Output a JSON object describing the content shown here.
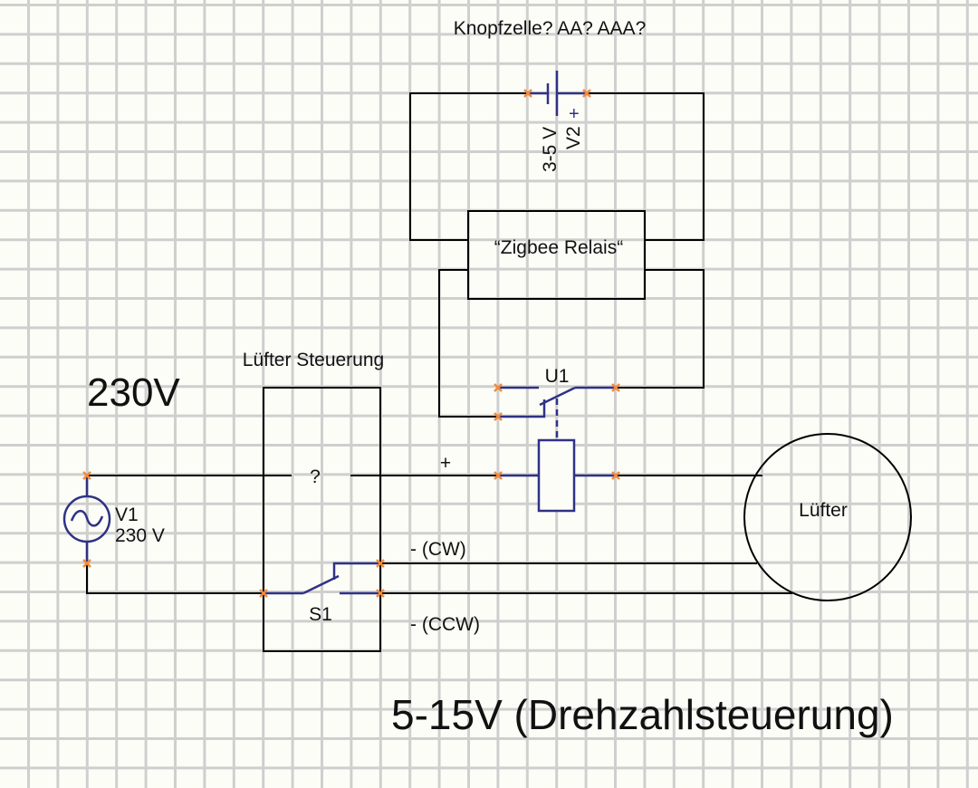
{
  "colors": {
    "background": "#fdfdf7",
    "grid": "#cfcfcf",
    "wire": "#000000",
    "component": "#2e3286",
    "pin_marker": "#f08a3c"
  },
  "labels": {
    "battery_note": "Knopfzelle? AA? AAA?",
    "zigbee_relay": "“Zigbee Relais“",
    "fan_control": "Lüfter Steuerung",
    "mains_voltage": "230V",
    "unknown": "?",
    "plus": "+",
    "cw": "- (CW)",
    "ccw": "- (CCW)",
    "speed_control": "5-15V (Drehzahlsteuerung)",
    "fan": "Lüfter"
  },
  "components": {
    "v1": {
      "name": "V1",
      "value": "230 V",
      "icon": "ac-source-icon"
    },
    "v2": {
      "name": "V2",
      "value": "3-5 V",
      "polarity": "+",
      "icon": "battery-icon"
    },
    "u1": {
      "name": "U1",
      "icon": "relay-icon"
    },
    "s1": {
      "name": "S1",
      "icon": "switch-icon"
    }
  }
}
